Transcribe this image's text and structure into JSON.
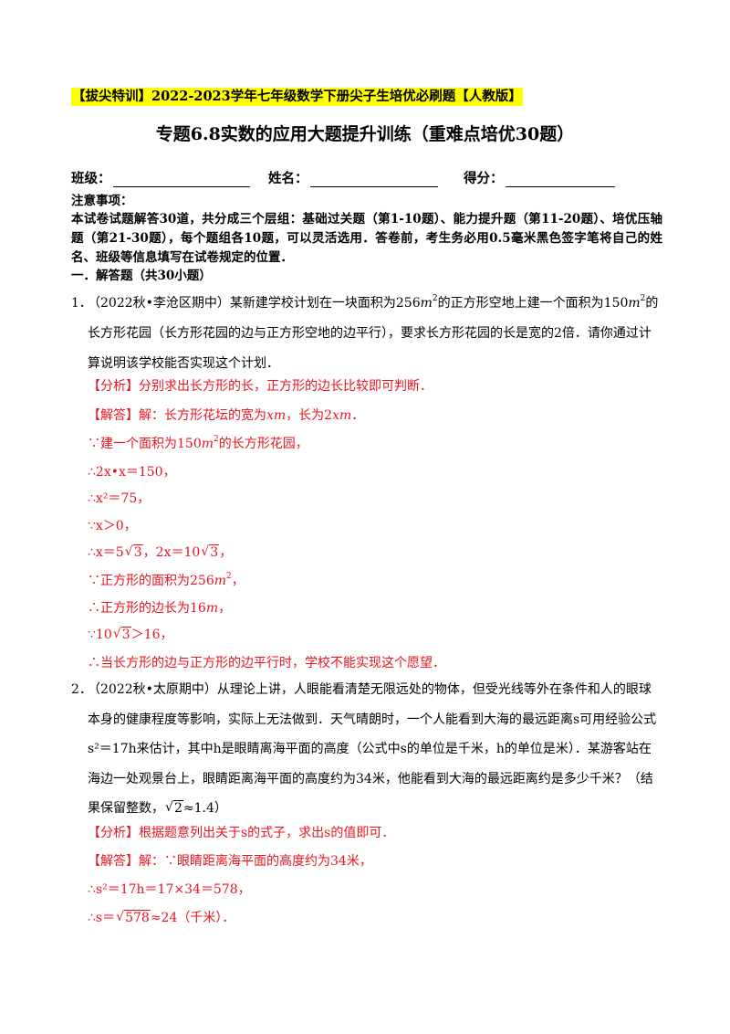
{
  "header": {
    "banner": "【拔尖特训】2022-2023学年七年级数学下册尖子生培优必刷题【人教版】",
    "title": "专题6.8实数的应用大题提升训练（重难点培优30题）"
  },
  "info": {
    "class_label": "班级：",
    "name_label": "姓名：",
    "score_label": "得分："
  },
  "notes": {
    "title": "注意事项：",
    "body": "本试卷试题解答30道，共分成三个层组：基础过关题（第1-10题）、能力提升题（第11-20题）、培优压轴题（第21-30题），每个题组各10题，可以灵活选用．答卷前，考生务必用0.5毫米黑色签字笔将自己的姓名、班级等信息填写在试卷规定的位置．"
  },
  "section": {
    "heading": "一．解答题（共30小题）"
  },
  "q1": {
    "num": "1．",
    "p1": "（2022秋•李沧区期中）某新建学校计划在一块面积为256",
    "m": "m",
    "sq": "2",
    "p2": "的正方形空地上建一个面积为150",
    "p3": "的长方形花园（长方形花园的边与正方形空地的边平行），要求长方形花园的长是宽的2倍．请你通过计算说明该学校能否实现这个计划．",
    "analysis": "【分析】分别求出长方形的长，正方形的边长比较即可判断．",
    "s1a": "【解答】解：长方形花坛的宽为",
    "s1x": "xm",
    "s1b": "，长为2",
    "s1c": "xm",
    "s1d": "．",
    "s2a": "∵建一个面积为150",
    "s2b": "的长方形花园，",
    "s3": "∴2x•x＝150，",
    "s4": "∴x²＝75，",
    "s5": "∵x＞0，",
    "s6a": "∴x＝5",
    "s6b": "，2x＝10",
    "s6c": "，",
    "sqrt3": "3",
    "s7a": "∵正方形的面积为256",
    "s7b": "，",
    "s8a": "∴正方形的边长为16",
    "s8b": "，",
    "s9a": "∵10",
    "s9b": "＞16，",
    "s10": "∴当长方形的边与正方形的边平行时，学校不能实现这个愿望．"
  },
  "q2": {
    "num": "2．",
    "text": "（2022秋•太原期中）从理论上讲，人眼能看清楚无限远处的物体，但受光线等外在条件和人的眼球本身的健康程度等影响，实际上无法做到．天气晴朗时，一个人能看到大海的最远距离s可用经验公式s²＝17h来估计，其中h是眼睛离海平面的高度（公式中s的单位是千米，h的单位是米）．某游客站在海边一处观景台上，眼睛距离海平面的高度约为34米，他能看到大海的最远距离约是多少千米？（结果保留整数，",
    "sqrt2": "2",
    "approx": "≈1.4）",
    "analysis": "【分析】根据题意列出关于s的式子，求出s的值即可．",
    "s1": "【解答】解：∵眼睛距离海平面的高度约为34米，",
    "s2": "∴s²＝17h＝17×34＝578，",
    "s3a": "∴s＝",
    "sqrt578": "578",
    "s3b": "≈24（千米）．"
  }
}
